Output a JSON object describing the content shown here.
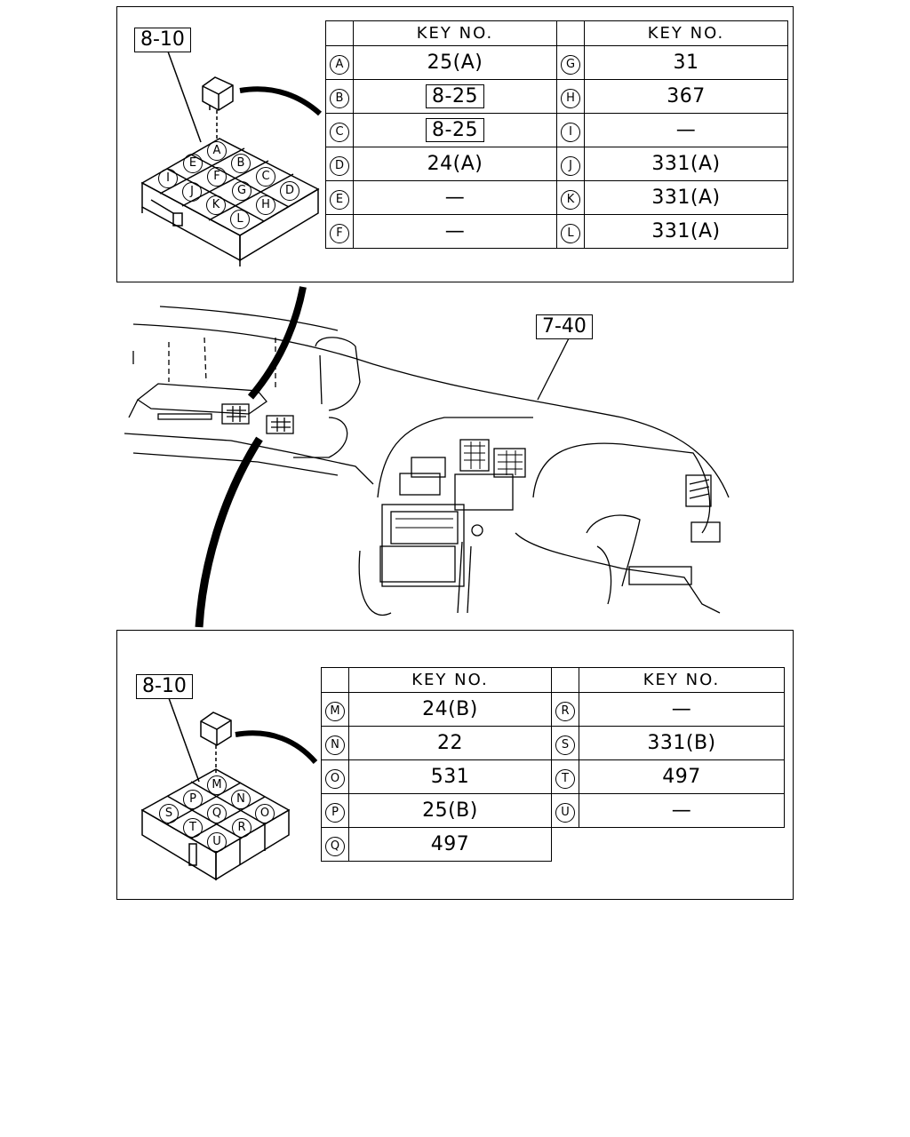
{
  "top_panel": {
    "callout": "8-10",
    "header_left": "KEY NO.",
    "header_right": "KEY NO.",
    "rows": [
      {
        "l_letter": "A",
        "l_value": "25(A)",
        "l_boxed": false,
        "r_letter": "G",
        "r_value": "31"
      },
      {
        "l_letter": "B",
        "l_value": "8-25",
        "l_boxed": true,
        "r_letter": "H",
        "r_value": "367"
      },
      {
        "l_letter": "C",
        "l_value": "8-25",
        "l_boxed": true,
        "r_letter": "I",
        "r_value": "—"
      },
      {
        "l_letter": "D",
        "l_value": "24(A)",
        "l_boxed": false,
        "r_letter": "J",
        "r_value": "331(A)"
      },
      {
        "l_letter": "E",
        "l_value": "—",
        "l_boxed": false,
        "r_letter": "K",
        "r_value": "331(A)"
      },
      {
        "l_letter": "F",
        "l_value": "—",
        "l_boxed": false,
        "r_letter": "L",
        "r_value": "331(A)"
      }
    ],
    "block_letters": [
      "A",
      "E",
      "B",
      "I",
      "F",
      "C",
      "J",
      "G",
      "D",
      "K",
      "H",
      "L"
    ]
  },
  "middle": {
    "callout": "7-40"
  },
  "bottom_panel": {
    "callout": "8-10",
    "header_left": "KEY NO.",
    "header_right": "KEY NO.",
    "rows": [
      {
        "l_letter": "M",
        "l_value": "24(B)",
        "r_letter": "R",
        "r_value": "—"
      },
      {
        "l_letter": "N",
        "l_value": "22",
        "r_letter": "S",
        "r_value": "331(B)"
      },
      {
        "l_letter": "O",
        "l_value": "531",
        "r_letter": "T",
        "r_value": "497"
      },
      {
        "l_letter": "P",
        "l_value": "25(B)",
        "r_letter": "U",
        "r_value": "—"
      },
      {
        "l_letter": "Q",
        "l_value": "497"
      }
    ],
    "block_letters": [
      "M",
      "P",
      "N",
      "S",
      "Q",
      "O",
      "T",
      "R",
      "U"
    ]
  }
}
